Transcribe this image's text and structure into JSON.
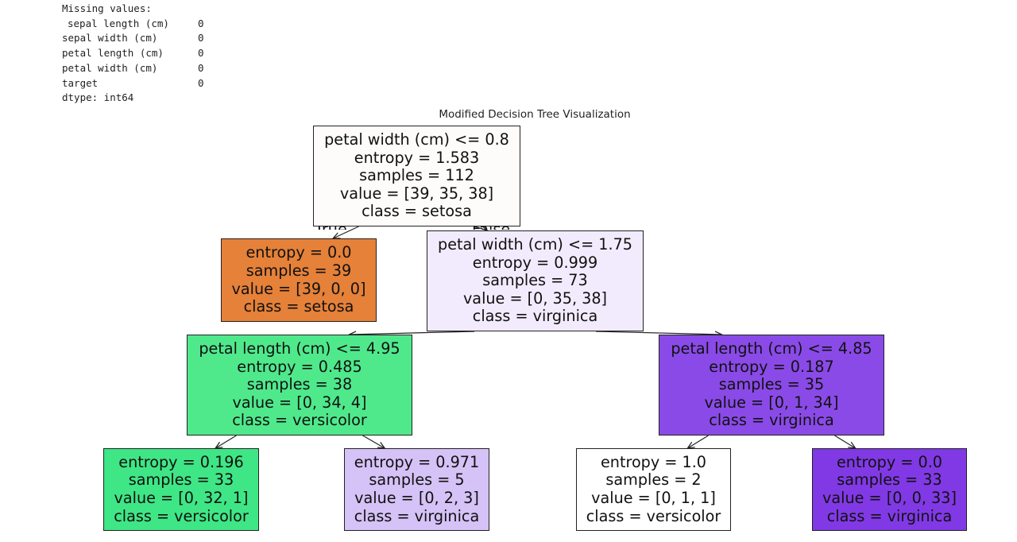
{
  "console": {
    "heading": "Missing values:",
    "rows": [
      {
        "name": "sepal length (cm)",
        "value": "0"
      },
      {
        "name": "sepal width (cm)",
        "value": "0"
      },
      {
        "name": "petal length (cm)",
        "value": "0"
      },
      {
        "name": "petal width (cm)",
        "value": "0"
      },
      {
        "name": "target",
        "value": "0"
      }
    ],
    "dtype": "dtype: int64"
  },
  "tree": {
    "title": "Modified Decision Tree Visualization",
    "edge_labels": {
      "true": "True",
      "false": "False"
    },
    "colors": {
      "root": "#fdfcfb",
      "setosa_pure": "#e58139",
      "virginica_light": "#f2ebfd",
      "versicolor_mid": "#4fe98c",
      "virginica_mid": "#8a4ae7",
      "versicolor_pure": "#3fe685",
      "virginica_pale": "#d5c2f6",
      "neutral": "#ffffff",
      "virginica_pure": "#8139e5"
    },
    "nodes": [
      {
        "id": "n0",
        "lines": [
          "petal width (cm) <= 0.8",
          "entropy = 1.583",
          "samples = 112",
          "value = [39, 35, 38]",
          "class = setosa"
        ],
        "color": "#fdfcfb"
      },
      {
        "id": "n1",
        "lines": [
          "entropy = 0.0",
          "samples = 39",
          "value = [39, 0, 0]",
          "class = setosa"
        ],
        "color": "#e58139"
      },
      {
        "id": "n2",
        "lines": [
          "petal width (cm) <= 1.75",
          "entropy = 0.999",
          "samples = 73",
          "value = [0, 35, 38]",
          "class = virginica"
        ],
        "color": "#f2ebfd"
      },
      {
        "id": "n3",
        "lines": [
          "petal length (cm) <= 4.95",
          "entropy = 0.485",
          "samples = 38",
          "value = [0, 34, 4]",
          "class = versicolor"
        ],
        "color": "#4fe98c"
      },
      {
        "id": "n4",
        "lines": [
          "petal length (cm) <= 4.85",
          "entropy = 0.187",
          "samples = 35",
          "value = [0, 1, 34]",
          "class = virginica"
        ],
        "color": "#8a4ae7"
      },
      {
        "id": "n5",
        "lines": [
          "entropy = 0.196",
          "samples = 33",
          "value = [0, 32, 1]",
          "class = versicolor"
        ],
        "color": "#3fe685"
      },
      {
        "id": "n6",
        "lines": [
          "entropy = 0.971",
          "samples = 5",
          "value = [0, 2, 3]",
          "class = virginica"
        ],
        "color": "#d5c2f6"
      },
      {
        "id": "n7",
        "lines": [
          "entropy = 1.0",
          "samples = 2",
          "value = [0, 1, 1]",
          "class = versicolor"
        ],
        "color": "#ffffff"
      },
      {
        "id": "n8",
        "lines": [
          "entropy = 0.0",
          "samples = 33",
          "value = [0, 0, 33]",
          "class = virginica"
        ],
        "color": "#8139e5"
      }
    ],
    "edges": [
      {
        "from": "n0",
        "to": "n1"
      },
      {
        "from": "n0",
        "to": "n2"
      },
      {
        "from": "n2",
        "to": "n3"
      },
      {
        "from": "n2",
        "to": "n4"
      },
      {
        "from": "n3",
        "to": "n5"
      },
      {
        "from": "n3",
        "to": "n6"
      },
      {
        "from": "n4",
        "to": "n7"
      },
      {
        "from": "n4",
        "to": "n8"
      }
    ]
  }
}
